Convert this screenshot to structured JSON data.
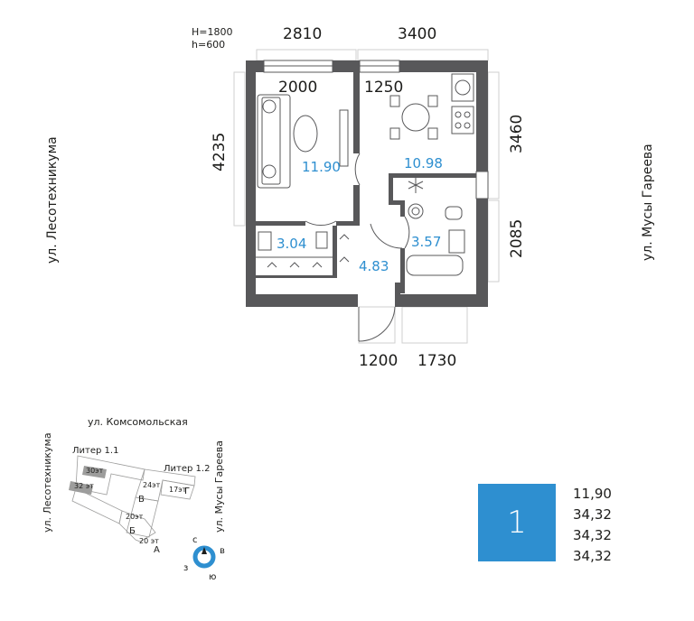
{
  "plan": {
    "window_height": "H=1800",
    "window_sill": "h=600",
    "dims": {
      "top_left": "2810",
      "top_right": "3400",
      "window_left": "2000",
      "window_right": "1250",
      "left_height": "4235",
      "right_upper": "3460",
      "right_lower": "2085",
      "bottom_left": "1200",
      "bottom_right": "1730"
    },
    "rooms": {
      "living": "11.90",
      "kitchen": "10.98",
      "wardrobe": "3.04",
      "hall": "4.83",
      "bath": "3.57"
    },
    "streets": {
      "left": "ул. Лесотехникума",
      "right": "ул. Мусы Гареева"
    }
  },
  "site": {
    "street_top": "ул. Комсомольская",
    "street_left": "ул. Лесотехникума",
    "street_right": "ул. Мусы Гареева",
    "liter_11": "Литер 1.1",
    "liter_12": "Литер 1.2",
    "floors_30": "30эт",
    "floors_32": "32 эт",
    "floors_24": "24эт",
    "floors_17": "17эт",
    "floors_20a": "20эт",
    "floors_20b": "20 эт",
    "label_v": "В",
    "label_g": "Г",
    "label_b": "Б",
    "label_a": "А",
    "compass": {
      "n": "с",
      "e": "в",
      "s": "ю",
      "w": "з",
      "color": "#2e8fd0"
    }
  },
  "summary": {
    "rooms_count": "1",
    "areas": [
      "11,90",
      "34,32",
      "34,32",
      "34,32"
    ],
    "accent": "#2e8fd0"
  }
}
